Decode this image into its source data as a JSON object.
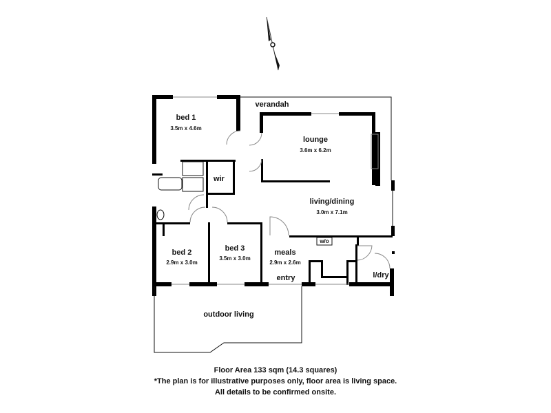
{
  "plan": {
    "rooms": [
      {
        "id": "bed1",
        "name": "bed 1",
        "dims": "3.5m x 4.6m"
      },
      {
        "id": "lounge",
        "name": "lounge",
        "dims": "3.6m x 6.2m"
      },
      {
        "id": "verandah",
        "name": "verandah",
        "dims": ""
      },
      {
        "id": "wir",
        "name": "wir",
        "dims": ""
      },
      {
        "id": "living",
        "name": "living/dining",
        "dims": "3.0m x 7.1m"
      },
      {
        "id": "bed2",
        "name": "bed 2",
        "dims": "2.9m x 3.0m"
      },
      {
        "id": "bed3",
        "name": "bed 3",
        "dims": "3.5m x 3.0m"
      },
      {
        "id": "meals",
        "name": "meals",
        "dims": "2.9m x 2.6m"
      },
      {
        "id": "entry",
        "name": "entry",
        "dims": ""
      },
      {
        "id": "ldry",
        "name": "l/dry",
        "dims": ""
      },
      {
        "id": "wo",
        "name": "w/o",
        "dims": ""
      },
      {
        "id": "outdoor",
        "name": "outdoor living",
        "dims": ""
      }
    ],
    "compass": "north-arrow-icon"
  },
  "footer": {
    "line1": "Floor Area 133 sqm (14.3 squares)",
    "line2": "*The plan is for illustrative purposes only, floor area is living space.",
    "line3": "All details to be confirmed onsite."
  }
}
